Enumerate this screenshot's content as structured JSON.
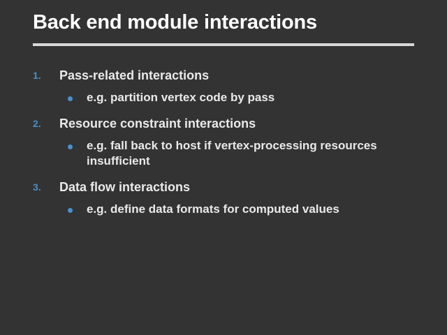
{
  "slide": {
    "title": "Back end module interactions",
    "background_color": "#333333",
    "title_color": "#ffffff",
    "rule_color": "#d9d9d9",
    "marker_color": "#4a90c4",
    "bullet_color": "#4a90d0",
    "body_text_color": "#e9e9e9",
    "items": [
      {
        "marker": "1.",
        "text": "Pass-related interactions",
        "subitems": [
          {
            "bullet": "bullet-dot",
            "text": "e.g. partition vertex code by pass"
          }
        ]
      },
      {
        "marker": "2.",
        "text": "Resource constraint interactions",
        "subitems": [
          {
            "bullet": "bullet-dot",
            "text": "e.g. fall back to host if vertex-processing resources insufficient"
          }
        ]
      },
      {
        "marker": "3.",
        "text": "Data flow interactions",
        "subitems": [
          {
            "bullet": "bullet-dot",
            "text": "e.g. define data formats for computed values"
          }
        ]
      }
    ]
  }
}
